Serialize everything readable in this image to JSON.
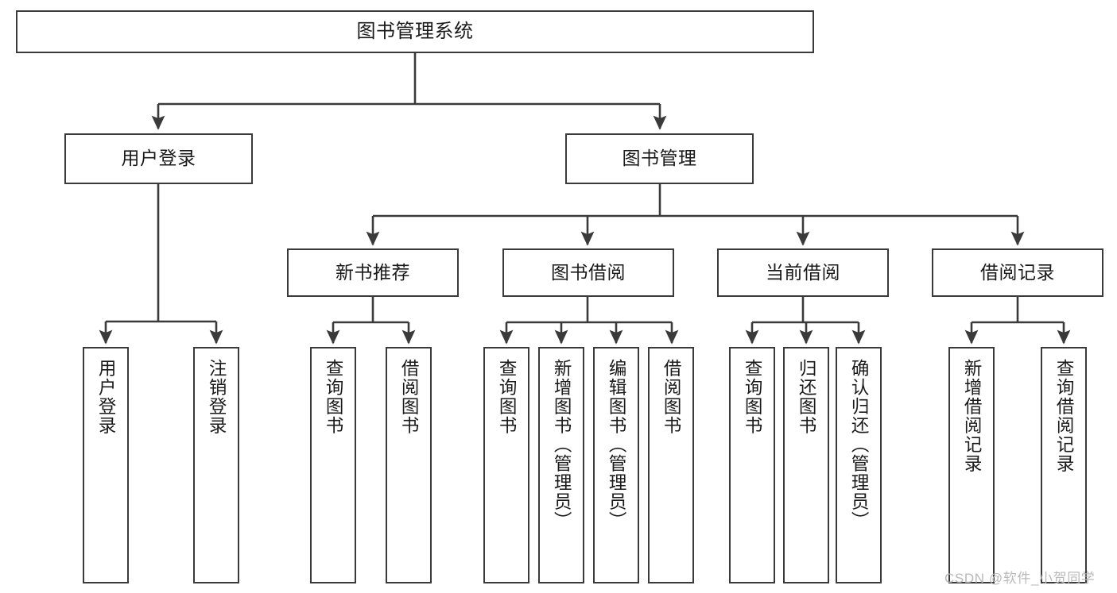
{
  "diagram": {
    "type": "tree-hierarchy-chart",
    "title": "图书管理系统",
    "watermark": "CSDN @软件_小贺同学",
    "colors": {
      "background": "#ffffff",
      "stroke": "#3a3a3a",
      "text": "#1a1a1a",
      "watermark": "#b9b9b9"
    },
    "nodes": {
      "root": {
        "label": "图书管理系统"
      },
      "level2": [
        {
          "label": "用户登录"
        },
        {
          "label": "图书管理"
        }
      ],
      "level3": [
        {
          "label": "新书推荐"
        },
        {
          "label": "图书借阅"
        },
        {
          "label": "当前借阅"
        },
        {
          "label": "借阅记录"
        }
      ],
      "leaves": {
        "user_login": [
          {
            "label": "用户登录"
          },
          {
            "label": "注销登录"
          }
        ],
        "new_book": [
          {
            "label": "查询图书"
          },
          {
            "label": "借阅图书"
          }
        ],
        "book_borrow": [
          {
            "label": "查询图书"
          },
          {
            "label": "新增图书（管理员）"
          },
          {
            "label": "编辑图书（管理员）"
          },
          {
            "label": "借阅图书"
          }
        ],
        "current_borrow": [
          {
            "label": "查询图书"
          },
          {
            "label": "归还图书"
          },
          {
            "label": "确认归还（管理员）"
          }
        ],
        "borrow_record": [
          {
            "label": "新增借阅记录"
          },
          {
            "label": "查询借阅记录"
          }
        ]
      }
    }
  }
}
